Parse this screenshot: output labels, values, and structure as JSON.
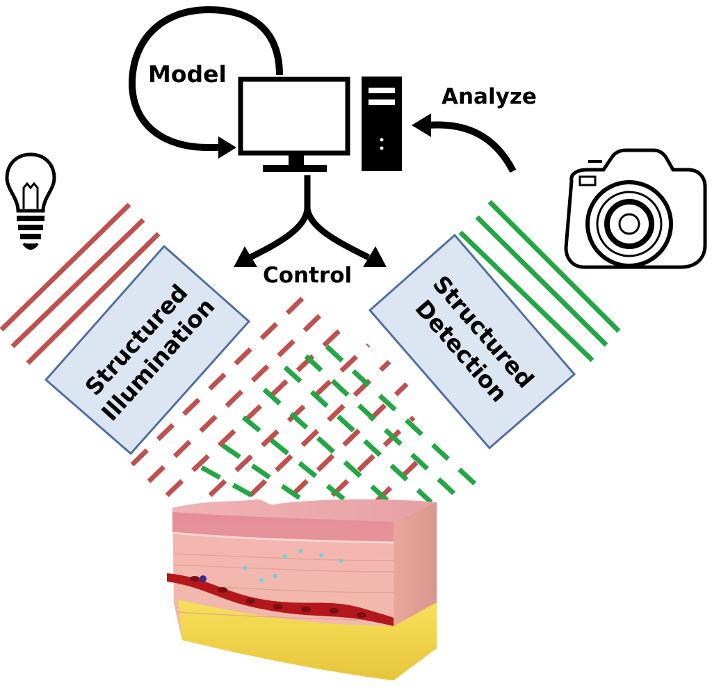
{
  "labels": {
    "model": "Model",
    "analyze": "Analyze",
    "control": "Control"
  },
  "illumination_box": {
    "line1": "Structured",
    "line2": "Illumination"
  },
  "detection_box": {
    "line1": "Structured",
    "line2": "Detection"
  },
  "colors": {
    "illumination_red": "#c0504d",
    "detection_green": "#22a744",
    "box_fill": "#dce6f2",
    "box_stroke": "#4f6f9f",
    "skin_epidermis": "#e9a3a1",
    "skin_dermis": "#f2b9ad",
    "fat_yellow": "#f5d94a",
    "blood_red": "#b3171b"
  },
  "icons": [
    "loop-arrow-icon",
    "monitor-icon",
    "computer-tower-icon",
    "light-bulb-icon",
    "camera-icon",
    "skin-tissue-illustration"
  ]
}
